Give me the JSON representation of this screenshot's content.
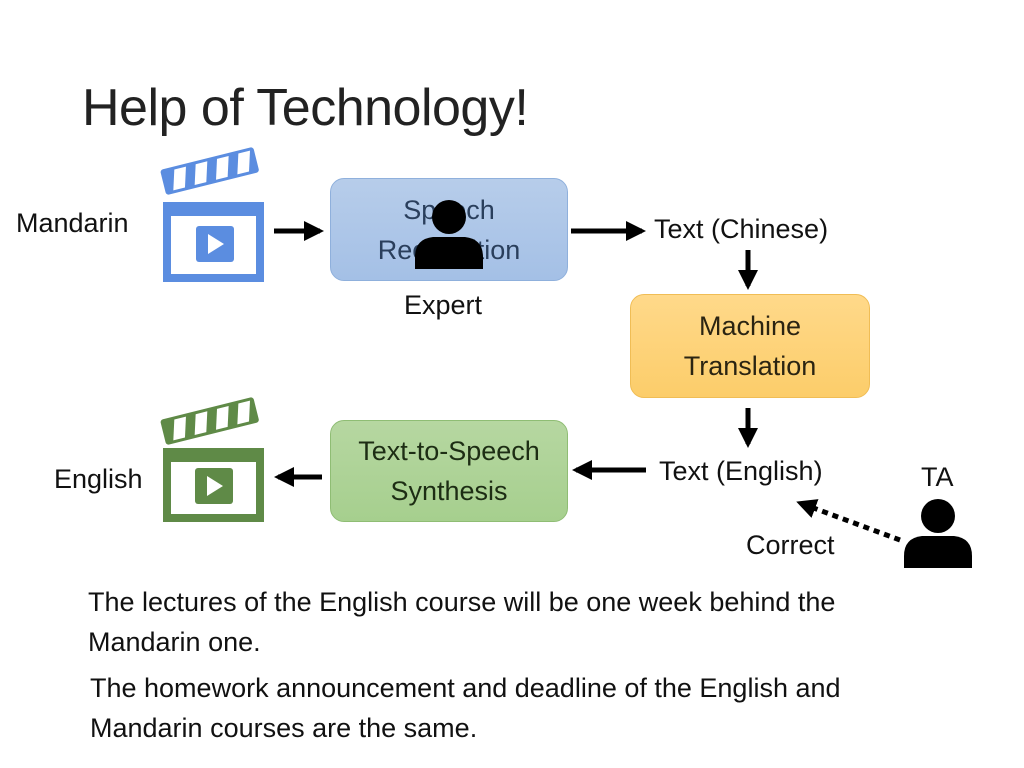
{
  "slide": {
    "title": "Help of Technology!"
  },
  "diagram": {
    "input_label": "Mandarin",
    "output_label": "English",
    "speech_recognition": {
      "line1": "Speech",
      "line2": "Recognition"
    },
    "expert_label": "Expert",
    "text_chinese": "Text (Chinese)",
    "machine_translation": {
      "line1": "Machine",
      "line2": "Translation"
    },
    "text_english": "Text (English)",
    "tts": {
      "line1": "Text-to-Speech",
      "line2": "Synthesis"
    },
    "ta_label": "TA",
    "correct_label": "Correct"
  },
  "notes": {
    "line1": "The lectures of the English course will be one week behind the Mandarin one.",
    "line2": "The homework announcement and deadline of the English and Mandarin courses are the same."
  },
  "colors": {
    "video_blue": "#5b8de0",
    "video_green": "#5f8a47",
    "box_blue": "#a4c0e6",
    "box_yellow": "#fccd6a",
    "box_green": "#a6cf8e"
  },
  "icons": [
    "video-clapper-icon",
    "person-icon",
    "arrow-right-icon",
    "arrow-down-icon",
    "arrow-left-icon",
    "dotted-arrow-icon"
  ]
}
